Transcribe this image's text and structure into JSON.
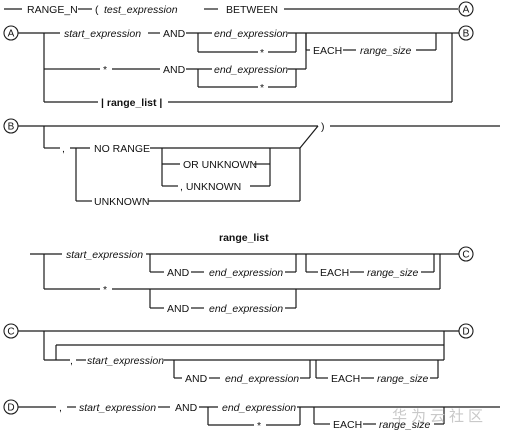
{
  "row1": {
    "range_n": "RANGE_N",
    "paren_open": "(",
    "test_expression": "test_expression",
    "between": "BETWEEN"
  },
  "connectors": {
    "a": "A",
    "b": "B",
    "c": "C",
    "d": "D"
  },
  "start_expression": "start_expression",
  "and": "AND",
  "end_expression": "end_expression",
  "star": "*",
  "each_range_size": {
    "each": "EACH",
    "range_size": "range_size"
  },
  "range_list_bar": "| range_list |",
  "section_b": {
    "paren_close": ")",
    "comma": ",",
    "no_range": "NO RANGE",
    "or_unknown": "OR UNKNOWN",
    "comma_unknown": ", UNKNOWN",
    "unknown": "UNKNOWN"
  },
  "range_list_title": "range_list",
  "section_c": {
    "comma": ",",
    "and_second": "AND"
  },
  "section_d": {
    "comma": ","
  },
  "watermark": "华为云社区"
}
